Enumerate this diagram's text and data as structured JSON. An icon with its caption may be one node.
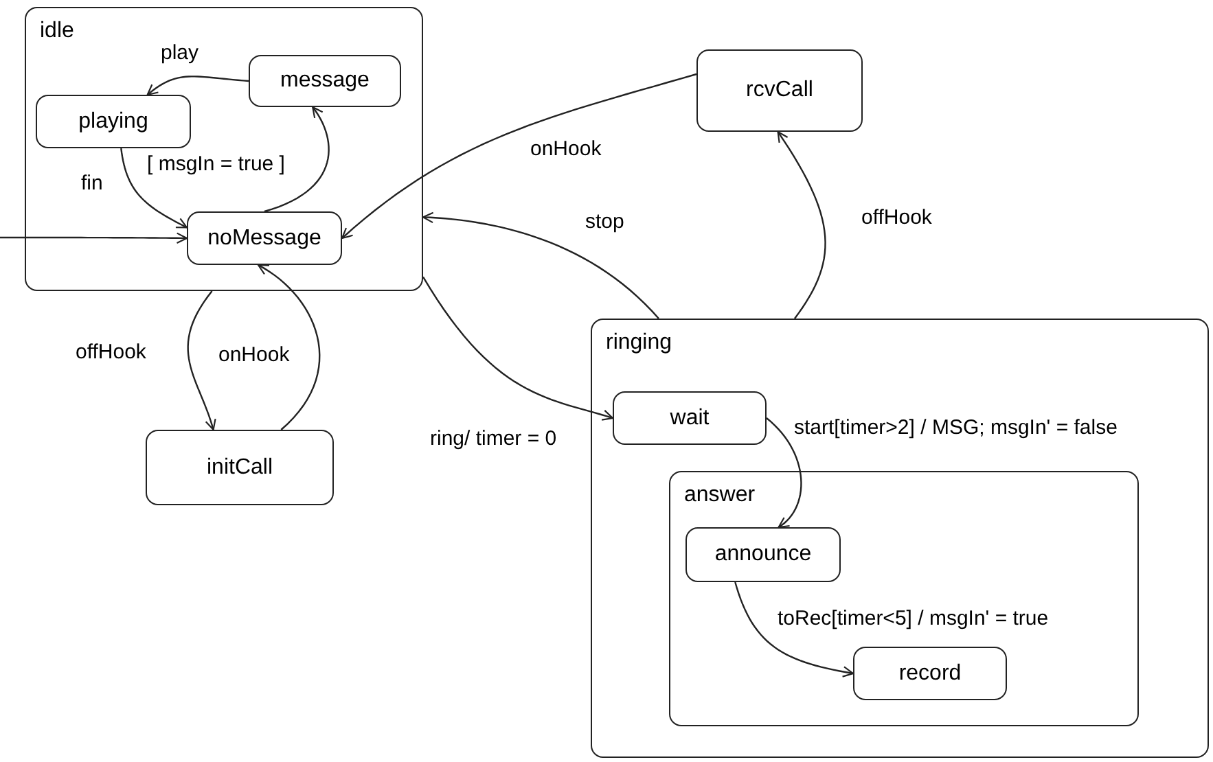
{
  "diagram": {
    "nodes": [
      {
        "text": [
          "idle"
        ]
      },
      {
        "text": [
          "message"
        ],
        "in": 0
      },
      {
        "text": [
          "playing"
        ],
        "in": 0
      },
      {
        "text": [
          "noMessage"
        ],
        "in": 0
      },
      {
        "text": [
          "rcvCall"
        ]
      },
      {
        "text": [
          "initCall"
        ]
      },
      {
        "text": [
          "ringing"
        ]
      },
      {
        "text": [
          "wait"
        ],
        "in": 6
      },
      {
        "text": [
          "answer"
        ],
        "in": 6
      },
      {
        "text": [
          "announce"
        ],
        "in": 8
      },
      {
        "text": [
          "record"
        ],
        "in": 8
      }
    ],
    "edges": [
      {
        "from": null,
        "to": 3,
        "arrow": "to"
      },
      {
        "from": 1,
        "to": 2,
        "arrow": "to",
        "label": "play"
      },
      {
        "from": 2,
        "to": 3,
        "arrow": "to",
        "label": "fin"
      },
      {
        "from": 3,
        "to": 1,
        "arrow": "to",
        "label": "[ msgIn = true ]"
      },
      {
        "from": 4,
        "to": 3,
        "arrow": "to",
        "label": "onHook"
      },
      {
        "from": 6,
        "to": 0,
        "arrow": "to",
        "label": "stop"
      },
      {
        "from": 6,
        "to": 4,
        "arrow": "to",
        "label": "offHook"
      },
      {
        "from": 0,
        "to": 5,
        "arrow": "to",
        "label": "offHook"
      },
      {
        "from": 5,
        "to": 3,
        "arrow": "to",
        "label": "onHook"
      },
      {
        "from": 0,
        "to": 7,
        "arrow": "to",
        "label": "ring/ timer = 0"
      },
      {
        "from": 7,
        "to": 9,
        "arrow": "to",
        "label": "start[timer>2] / MSG; msgIn' = false"
      },
      {
        "from": 9,
        "to": 10,
        "arrow": "to",
        "label": "toRec[timer<5] / msgIn' = true"
      }
    ]
  }
}
